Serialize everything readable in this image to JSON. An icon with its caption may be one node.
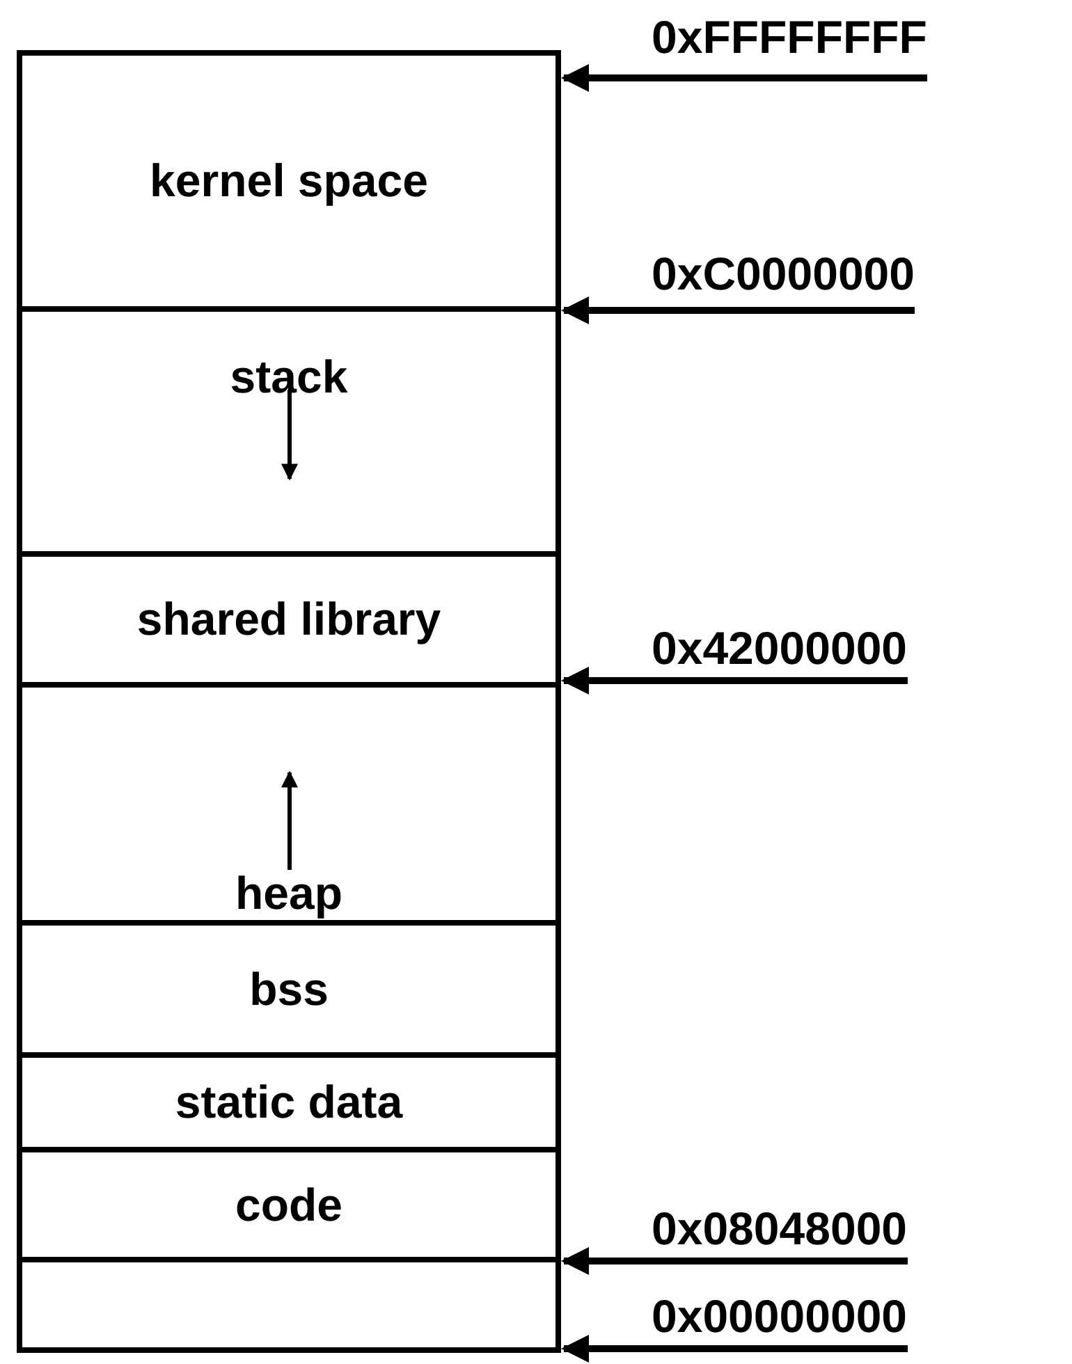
{
  "diagram": {
    "nodes": [
      {
        "text": [
          "kernel space"
        ]
      },
      {
        "text": [
          "stack"
        ]
      },
      {
        "text": [
          "shared library"
        ]
      },
      {
        "text": [
          "heap"
        ]
      },
      {
        "text": [
          "bss"
        ]
      },
      {
        "text": [
          "static data"
        ]
      },
      {
        "text": [
          "code"
        ]
      },
      {
        "text": [],
        "shape": "box"
      },
      {
        "text": [
          "0xFFFFFFFF"
        ]
      },
      {
        "text": [
          "0xC0000000"
        ]
      },
      {
        "text": [
          "0x42000000"
        ]
      },
      {
        "text": [
          "0x08048000"
        ]
      },
      {
        "text": [
          "0x00000000"
        ]
      }
    ],
    "edges": [
      {
        "from": 8,
        "to": 0,
        "arrow": "to"
      },
      {
        "from": 9,
        "to": 1,
        "arrow": "to"
      },
      {
        "from": 10,
        "to": 2,
        "arrow": "to"
      },
      {
        "from": 11,
        "to": 7,
        "arrow": "to"
      },
      {
        "from": 12,
        "to": 7,
        "arrow": "to"
      }
    ]
  }
}
